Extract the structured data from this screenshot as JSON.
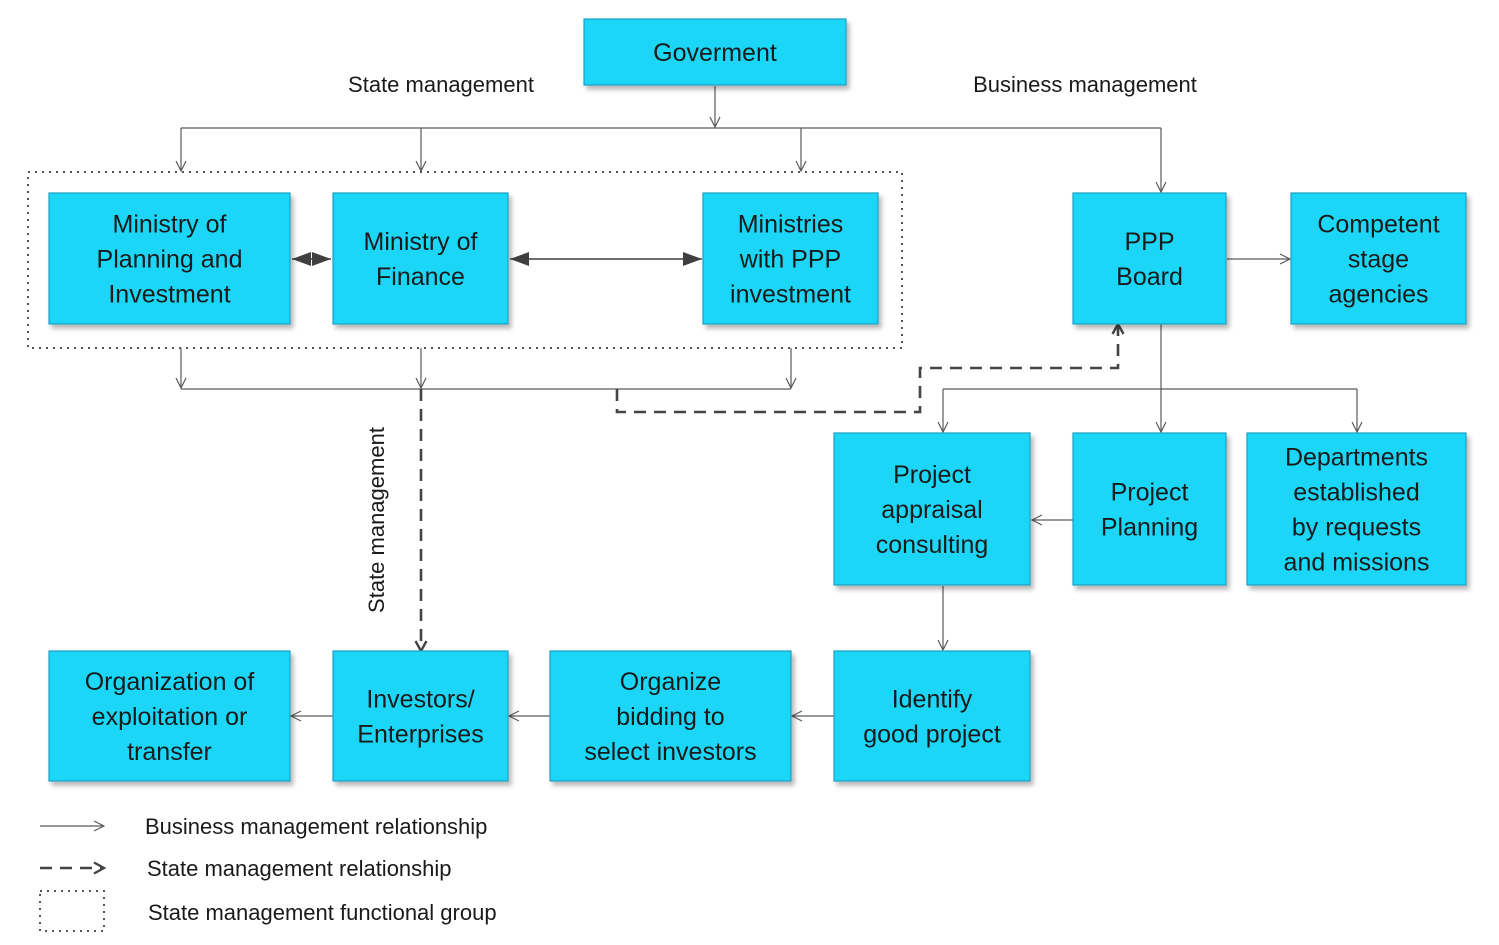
{
  "colors": {
    "box_fill": "#1ed6f8",
    "box_stroke": "#1f9fc4",
    "line": "#5a5a5a",
    "dash": "#444444"
  },
  "labels": {
    "state_management_top": "State management",
    "business_management_top": "Business management",
    "state_management_vertical": "State management"
  },
  "nodes": {
    "government": [
      "Goverment"
    ],
    "ministry_planning": [
      "Ministry of",
      "Planning and",
      "Investment"
    ],
    "ministry_finance": [
      "Ministry of",
      "Finance"
    ],
    "ministries_ppp": [
      "Ministries",
      "with PPP",
      "investment"
    ],
    "ppp_board": [
      "PPP",
      "Board"
    ],
    "competent_agencies": [
      "Competent",
      "stage",
      "agencies"
    ],
    "project_appraisal": [
      "Project",
      "appraisal",
      "consulting"
    ],
    "project_planning": [
      "Project",
      "Planning"
    ],
    "departments": [
      "Departments",
      "established",
      "by requests",
      "and missions"
    ],
    "organization_exploitation": [
      "Organization of",
      "exploitation or",
      "transfer"
    ],
    "investors": [
      "Investors/",
      "Enterprises"
    ],
    "organize_bidding": [
      "Organize",
      "bidding to",
      "select investors"
    ],
    "identify_project": [
      "Identify",
      "good project"
    ]
  },
  "legend": {
    "business": "Business management relationship",
    "state": "State management relationship",
    "group": "State management functional group"
  }
}
